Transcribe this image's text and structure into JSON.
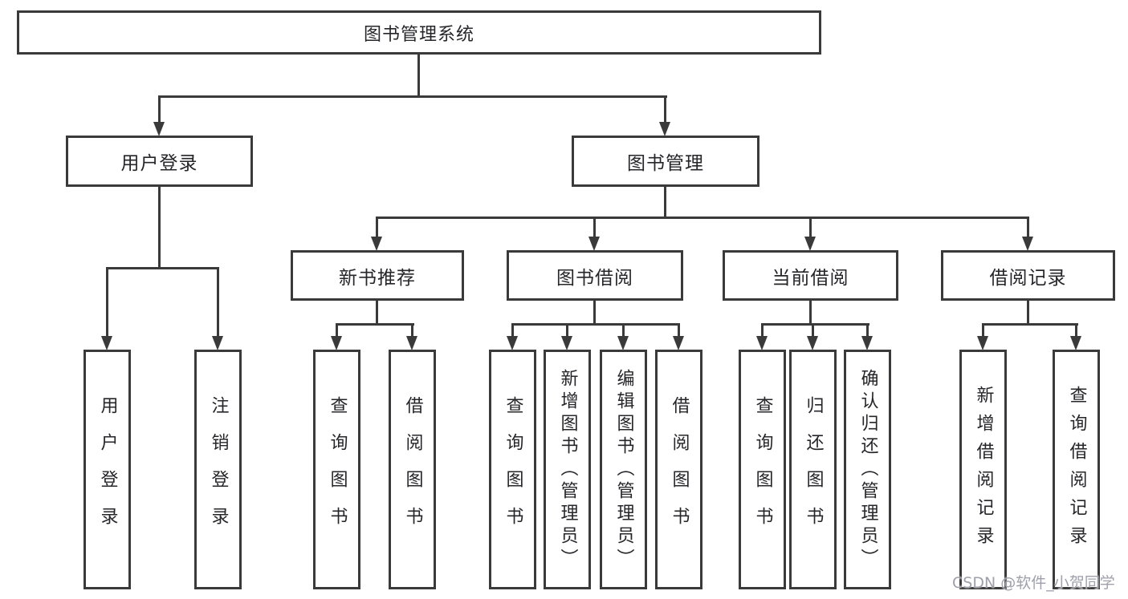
{
  "diagram": {
    "root": {
      "label": "图书管理系统"
    },
    "branches": {
      "user_login": {
        "label": "用户登录",
        "children": [
          {
            "label": "用户登录"
          },
          {
            "label": "注销登录"
          }
        ]
      },
      "book_mgmt": {
        "label": "图书管理",
        "sections": [
          {
            "label": "新书推荐",
            "children": [
              {
                "label": "查询图书"
              },
              {
                "label": "借阅图书"
              }
            ]
          },
          {
            "label": "图书借阅",
            "children": [
              {
                "label": "查询图书"
              },
              {
                "label": "新增图书（管理员）"
              },
              {
                "label": "编辑图书（管理员）"
              },
              {
                "label": "借阅图书"
              }
            ]
          },
          {
            "label": "当前借阅",
            "children": [
              {
                "label": "查询图书"
              },
              {
                "label": "归还图书"
              },
              {
                "label": "确认归还（管理员）"
              }
            ]
          },
          {
            "label": "借阅记录",
            "children": [
              {
                "label": "新增借阅记录"
              },
              {
                "label": "查询借阅记录"
              }
            ]
          }
        ]
      }
    }
  },
  "watermark": {
    "text": "CSDN @软件_小贺同学"
  },
  "colors": {
    "line": "#3a3a3a",
    "text": "#26262a",
    "watermark": "#9fa0ab",
    "background": "#ffffff"
  }
}
